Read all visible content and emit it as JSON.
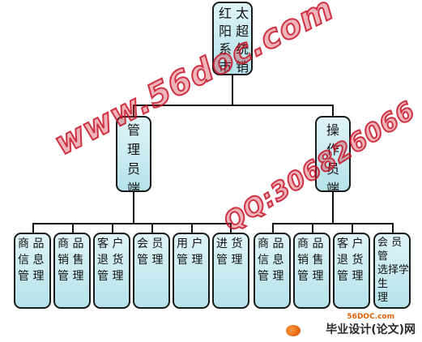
{
  "root": {
    "label": "红 太\n阳 超\n系 统\n市 销"
  },
  "groups": [
    {
      "label": "管\n理\n员\n端"
    },
    {
      "label": "操\n作\n员\n端"
    }
  ],
  "leaves": [
    {
      "label": "商 品\n信 息\n管 理"
    },
    {
      "label": "商 品\n销 售\n管 理"
    },
    {
      "label": "客 户\n退 货\n管 理"
    },
    {
      "label": "会 员\n管 理"
    },
    {
      "label": "用 户\n管 理"
    },
    {
      "label": "进 货\n管 理"
    },
    {
      "label": "商 品\n信 息\n管 理"
    },
    {
      "label": "商 品\n销 售\n管 理"
    },
    {
      "label": "客 户\n退 货\n管 理"
    },
    {
      "label": "会 员\n管\n选择学\n生\n理"
    }
  ],
  "watermarks": {
    "url": "www.56doc.com",
    "qq": "QQ:306826066"
  },
  "footer": {
    "site_small": "56DOC.com",
    "brand": "毕业设计(论文)网"
  }
}
